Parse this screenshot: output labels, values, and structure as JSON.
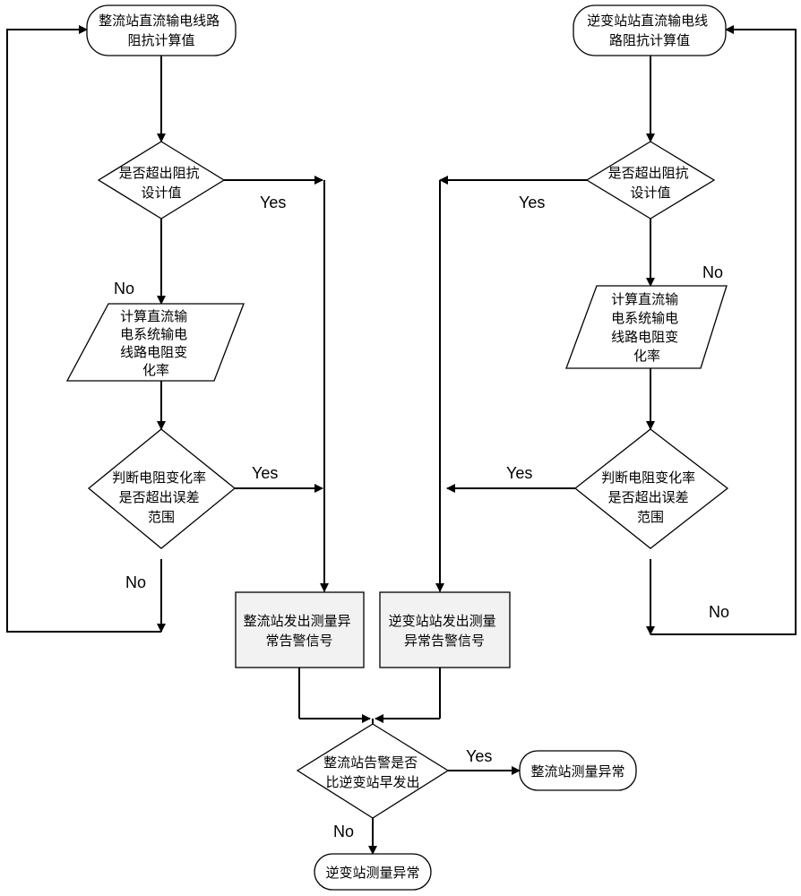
{
  "nodes": {
    "r_start": [
      "整流站直流输电线路",
      "阻抗计算值"
    ],
    "i_start": [
      "逆变站站直流输电线",
      "路阻抗计算值"
    ],
    "r_dec1": [
      "是否超出阻抗",
      "设计值"
    ],
    "i_dec1": [
      "是否超出阻抗",
      "设计值"
    ],
    "r_calc": [
      "计算直流输",
      "电系统输电",
      "线路电阻变",
      "化率"
    ],
    "i_calc": [
      "计算直流输",
      "电系统输电",
      "线路电阻变",
      "化率"
    ],
    "r_dec2": [
      "判断电阻变化率",
      "是否超出误差",
      "范围"
    ],
    "i_dec2": [
      "判断电阻变化率",
      "是否超出误差",
      "范围"
    ],
    "r_alarm": [
      "整流站发出测量异",
      "常告警信号"
    ],
    "i_alarm": [
      "逆变站站发出测量",
      "异常告警信号"
    ],
    "final_dec": [
      "整流站告警是否",
      "比逆变站早发出"
    ],
    "r_abnormal": [
      "整流站测量异常"
    ],
    "i_abnormal": [
      "逆变站测量异常"
    ]
  },
  "edge_labels": {
    "r_dec1_yes": "Yes",
    "i_dec1_yes": "Yes",
    "r_dec1_no": "No",
    "i_dec1_no": "No",
    "r_dec2_yes": "Yes",
    "i_dec2_yes": "Yes",
    "r_dec2_no": "No",
    "i_dec2_no": "No",
    "final_yes": "Yes",
    "final_no": "No"
  }
}
